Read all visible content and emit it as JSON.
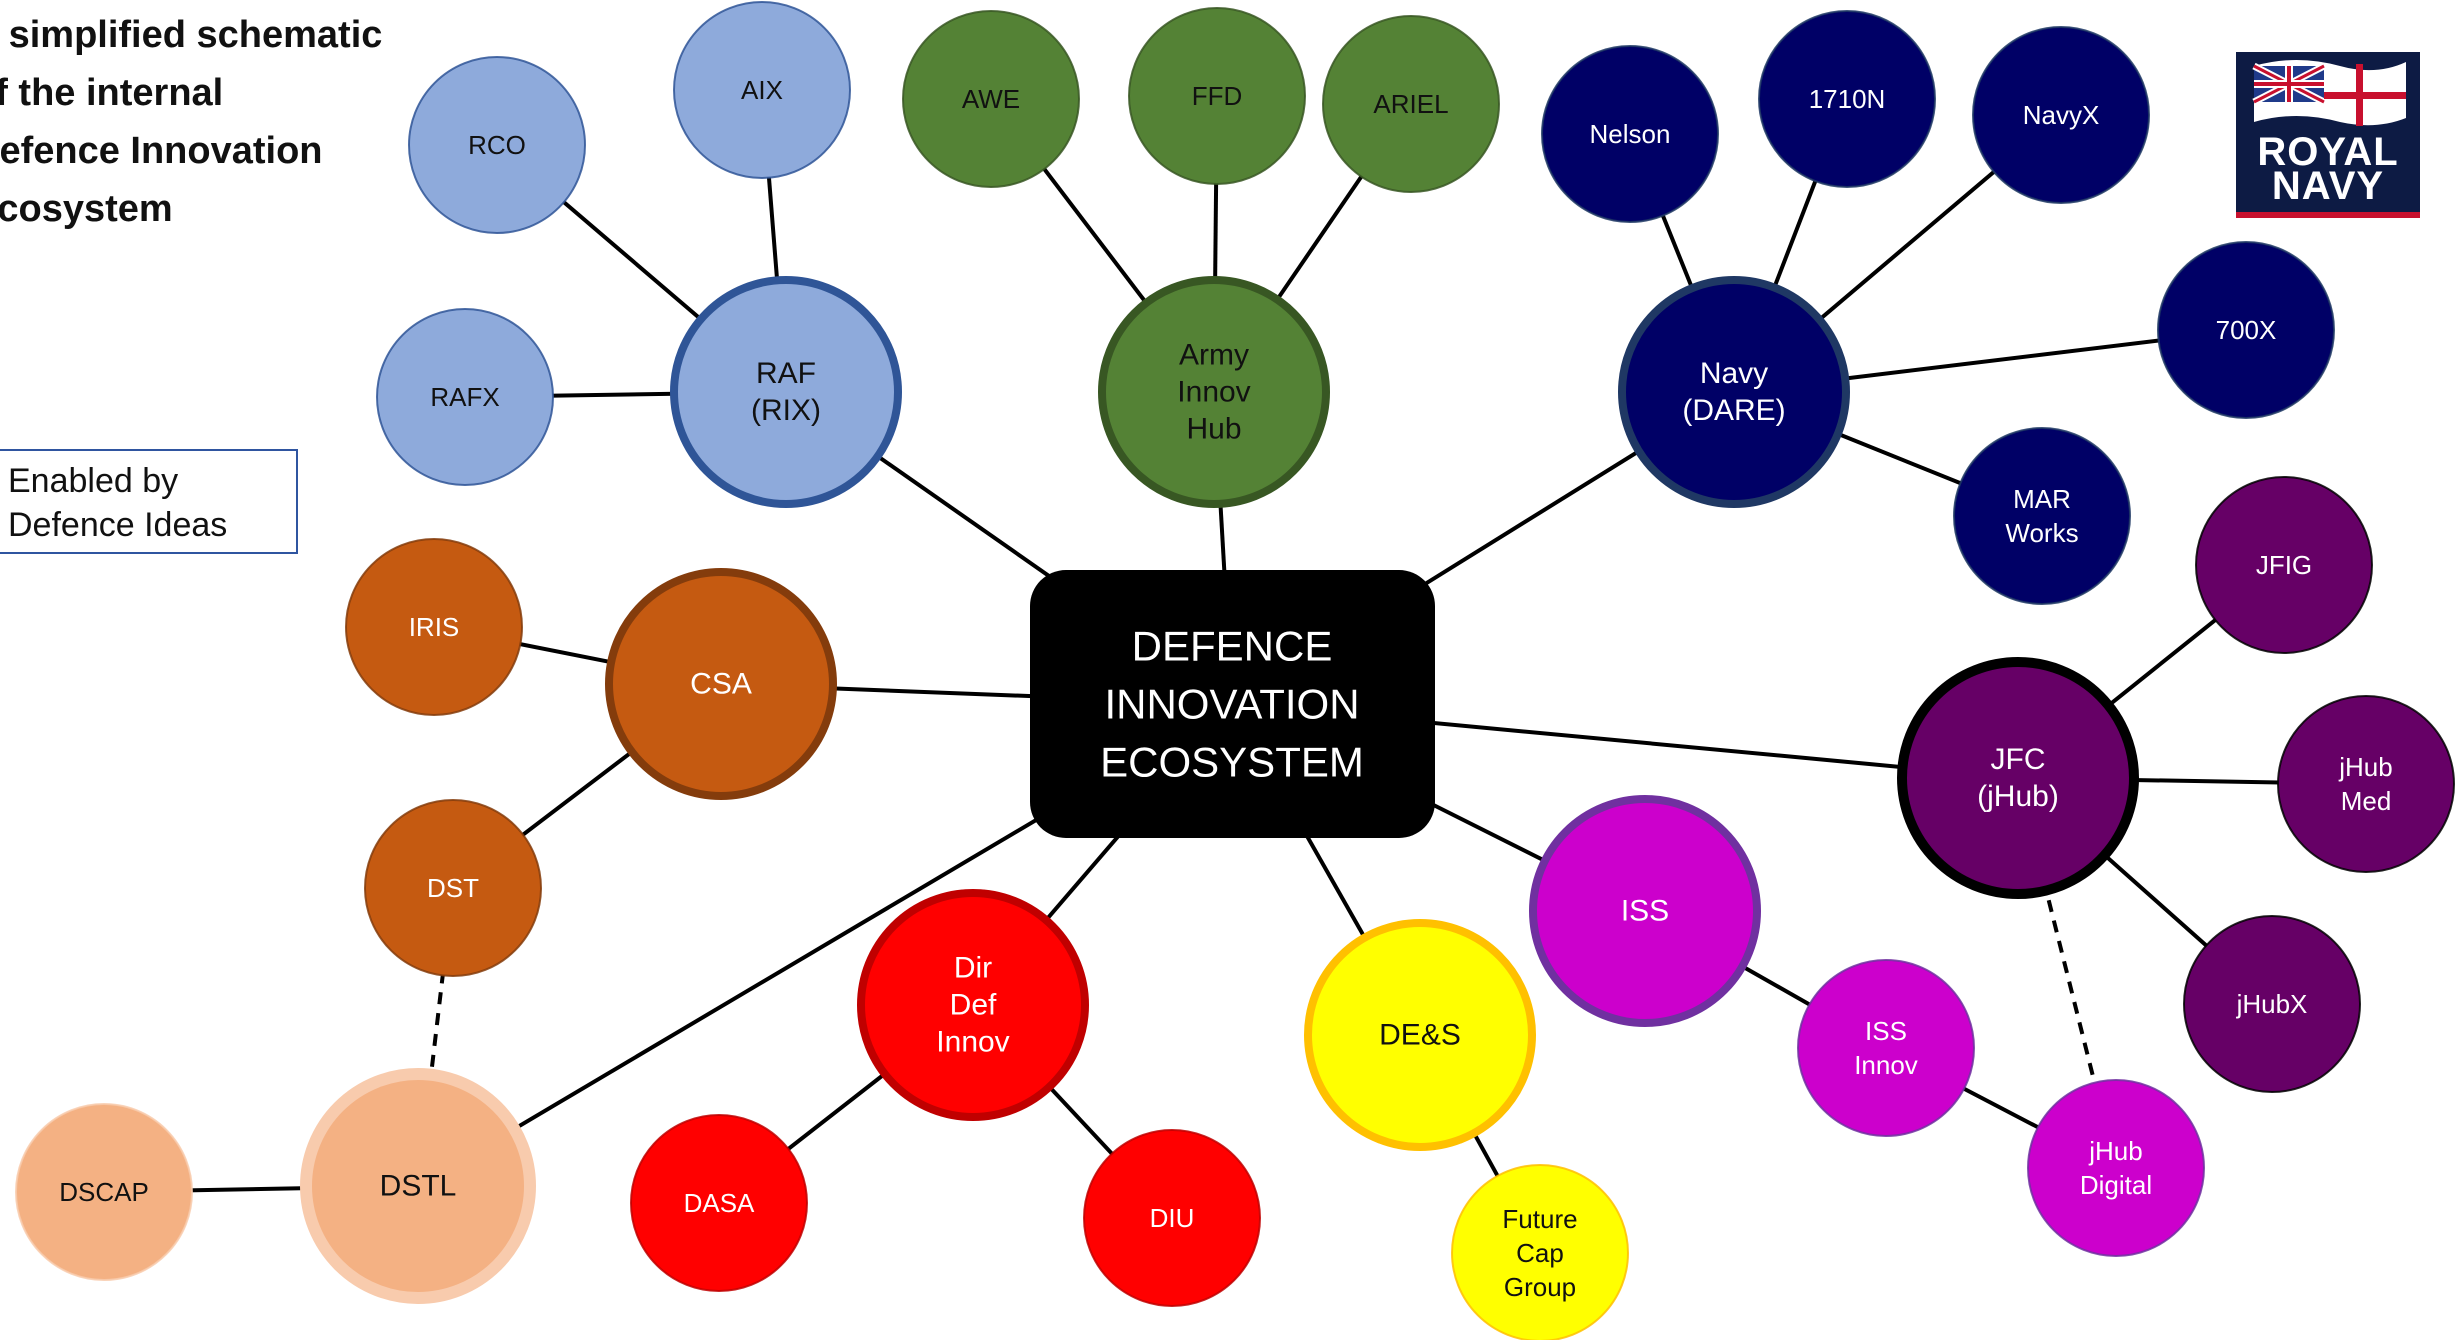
{
  "title_lines": [
    "A simplified schematic",
    "of the internal",
    "Defence Innovation",
    "Ecosystem"
  ],
  "note": {
    "line1": "Enabled by",
    "line2": "Defence Ideas"
  },
  "logo": {
    "line1": "ROYAL",
    "line2": "NAVY"
  },
  "center": {
    "lines": [
      "DEFENCE",
      "INNOVATION",
      "ECOSYSTEM"
    ],
    "fill": "#000000",
    "text_color": "#ffffff"
  },
  "colors": {
    "light_blue": "#8eaadb",
    "light_blue_border": "#2f5597",
    "green": "#548235",
    "green_border": "#385723",
    "navy": "#000066",
    "navy_border": "#1f3864",
    "orange": "#c55a11",
    "orange_border": "#843c0c",
    "peach": "#f4b183",
    "peach_border": "#f8cbad",
    "red": "#ff0000",
    "red_border": "#c00000",
    "yellow": "#ffff00",
    "yellow_border": "#ffc000",
    "magenta": "#cc00cc",
    "magenta_border": "#7030a0",
    "purple": "#660066",
    "purple_border": "#000000"
  },
  "nodes": [
    {
      "id": "raf",
      "lines": [
        "RAF",
        "(RIX)"
      ],
      "color": "light_blue",
      "text": "#111111",
      "hub": true
    },
    {
      "id": "rco",
      "lines": [
        "RCO"
      ],
      "color": "light_blue",
      "text": "#111111"
    },
    {
      "id": "aix",
      "lines": [
        "AIX"
      ],
      "color": "light_blue",
      "text": "#111111"
    },
    {
      "id": "rafx",
      "lines": [
        "RAFX"
      ],
      "color": "light_blue",
      "text": "#111111"
    },
    {
      "id": "army",
      "lines": [
        "Army",
        "Innov",
        "Hub"
      ],
      "color": "green",
      "text": "#111111",
      "hub": true
    },
    {
      "id": "awe",
      "lines": [
        "AWE"
      ],
      "color": "green",
      "text": "#111111"
    },
    {
      "id": "ffd",
      "lines": [
        "FFD"
      ],
      "color": "green",
      "text": "#111111"
    },
    {
      "id": "ariel",
      "lines": [
        "ARIEL"
      ],
      "color": "green",
      "text": "#111111"
    },
    {
      "id": "navy",
      "lines": [
        "Navy",
        "(DARE)"
      ],
      "color": "navy",
      "text": "#ffffff",
      "hub": true
    },
    {
      "id": "nelson",
      "lines": [
        "Nelson"
      ],
      "color": "navy",
      "text": "#ffffff"
    },
    {
      "id": "n1710",
      "lines": [
        "1710N"
      ],
      "color": "navy",
      "text": "#ffffff"
    },
    {
      "id": "navyx",
      "lines": [
        "NavyX"
      ],
      "color": "navy",
      "text": "#ffffff"
    },
    {
      "id": "n700x",
      "lines": [
        "700X"
      ],
      "color": "navy",
      "text": "#ffffff"
    },
    {
      "id": "mar",
      "lines": [
        "MAR",
        "Works"
      ],
      "color": "navy",
      "text": "#ffffff"
    },
    {
      "id": "csa",
      "lines": [
        "CSA"
      ],
      "color": "orange",
      "text": "#ffffff",
      "hub": true
    },
    {
      "id": "iris",
      "lines": [
        "IRIS"
      ],
      "color": "orange",
      "text": "#ffffff"
    },
    {
      "id": "dst",
      "lines": [
        "DST"
      ],
      "color": "orange",
      "text": "#ffffff"
    },
    {
      "id": "dstl",
      "lines": [
        "DSTL"
      ],
      "color": "peach",
      "text": "#111111",
      "hub": true
    },
    {
      "id": "dscap",
      "lines": [
        "DSCAP"
      ],
      "color": "peach",
      "text": "#111111"
    },
    {
      "id": "ddi",
      "lines": [
        "Dir",
        "Def",
        "Innov"
      ],
      "color": "red",
      "text": "#ffffff",
      "hub": true
    },
    {
      "id": "dasa",
      "lines": [
        "DASA"
      ],
      "color": "red",
      "text": "#ffffff"
    },
    {
      "id": "diu",
      "lines": [
        "DIU"
      ],
      "color": "red",
      "text": "#ffffff"
    },
    {
      "id": "des",
      "lines": [
        "DE&S"
      ],
      "color": "yellow",
      "text": "#111111",
      "hub": true
    },
    {
      "id": "fcg",
      "lines": [
        "Future",
        "Cap",
        "Group"
      ],
      "color": "yellow",
      "text": "#111111"
    },
    {
      "id": "iss",
      "lines": [
        "ISS"
      ],
      "color": "magenta",
      "text": "#ffffff",
      "hub": true
    },
    {
      "id": "issinnov",
      "lines": [
        "ISS",
        "Innov"
      ],
      "color": "magenta",
      "text": "#ffffff"
    },
    {
      "id": "jhubdigital",
      "lines": [
        "jHub",
        "Digital"
      ],
      "color": "magenta",
      "text": "#ffffff"
    },
    {
      "id": "jfc",
      "lines": [
        "JFC",
        "(jHub)"
      ],
      "color": "purple",
      "text": "#ffffff",
      "hub": true
    },
    {
      "id": "jfig",
      "lines": [
        "JFIG"
      ],
      "color": "purple",
      "text": "#ffffff"
    },
    {
      "id": "jhubmed",
      "lines": [
        "jHub",
        "Med"
      ],
      "color": "purple",
      "text": "#ffffff"
    },
    {
      "id": "jhubx",
      "lines": [
        "jHubX"
      ],
      "color": "purple",
      "text": "#ffffff"
    }
  ],
  "links": [
    [
      "center",
      "raf"
    ],
    [
      "center",
      "army"
    ],
    [
      "center",
      "navy"
    ],
    [
      "center",
      "csa"
    ],
    [
      "center",
      "dstl"
    ],
    [
      "center",
      "ddi"
    ],
    [
      "center",
      "des"
    ],
    [
      "center",
      "iss"
    ],
    [
      "center",
      "jfc"
    ],
    [
      "raf",
      "rco"
    ],
    [
      "raf",
      "aix"
    ],
    [
      "raf",
      "rafx"
    ],
    [
      "army",
      "awe"
    ],
    [
      "army",
      "ffd"
    ],
    [
      "army",
      "ariel"
    ],
    [
      "navy",
      "nelson"
    ],
    [
      "navy",
      "n1710"
    ],
    [
      "navy",
      "navyx"
    ],
    [
      "navy",
      "n700x"
    ],
    [
      "navy",
      "mar"
    ],
    [
      "csa",
      "iris"
    ],
    [
      "csa",
      "dst"
    ],
    [
      "dstl",
      "dscap"
    ],
    [
      "ddi",
      "dasa"
    ],
    [
      "ddi",
      "diu"
    ],
    [
      "des",
      "fcg"
    ],
    [
      "iss",
      "issinnov"
    ],
    [
      "issinnov",
      "jhubdigital"
    ],
    [
      "jfc",
      "jfig"
    ],
    [
      "jfc",
      "jhubmed"
    ],
    [
      "jfc",
      "jhubx"
    ]
  ],
  "dashed_links": [
    [
      "dst",
      "dstl"
    ],
    [
      "jfc",
      "jhubdigital"
    ]
  ]
}
